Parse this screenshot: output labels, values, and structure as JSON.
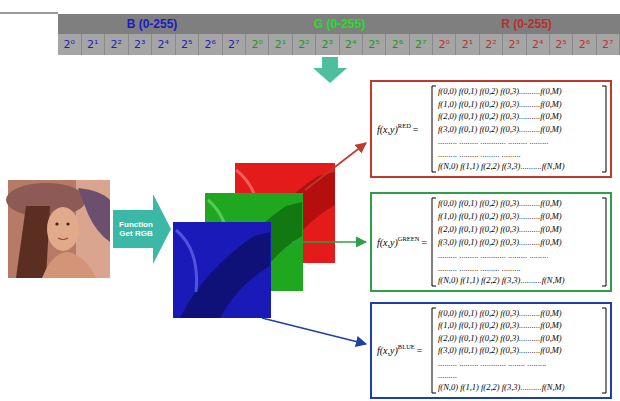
{
  "diagram": {
    "nodes": [
      {
        "text": [
          "B (0-255)",
          "2⁰",
          "2¹",
          "2²",
          "2³",
          "2⁴",
          "2⁵",
          "2⁶",
          "2⁷"
        ]
      },
      {
        "text": [
          "G (0-255)",
          "2⁰",
          "2¹",
          "2²",
          "2³",
          "2⁴",
          "2⁵",
          "2⁶",
          "2⁷"
        ]
      },
      {
        "text": [
          "R (0-255)",
          "2⁰",
          "2¹",
          "2²",
          "2³",
          "2⁴",
          "2⁵",
          "2⁶",
          "2⁷"
        ]
      },
      {
        "text": [
          "Function Get RGB"
        ]
      },
      {
        "text": [
          "f(x,y)",
          "RED",
          "=",
          "f(0,0) f(0,1) f(0,2) f(0,3)..........f(0,M)",
          "f(1,0) f(0,1) f(0,2) f(0,3)..........f(0,M)",
          "f(2,0) f(0,1) f(0,2) f(0,3)..........f(0,M)",
          "f(3,0) f(0,1) f(0,2) f(0,3)..........f(0,M)",
          "......... ......... ............ ......... .........",
          "......... ......... ......... .........",
          "f(N,0) f(1,1) f(2,2) f(3,3)..........f(N,M)"
        ]
      },
      {
        "text": [
          "f(x,y)",
          "GREEN",
          "=",
          "f(0,0) f(0,1) f(0,2) f(0,3)..........f(0,M)",
          "f(1,0) f(0,1) f(0,2) f(0,3)..........f(0,M)",
          "f(2,0) f(0,1) f(0,2) f(0,3)..........f(0,M)",
          "f(3,0) f(0,1) f(0,2) f(0,3)..........f(0,M)",
          "......... ......... ............ ......... .........",
          "......... ......... ......... .........",
          "f(N,0) f(1,1) f(2,2) f(3,3)..........f(N,M)"
        ]
      },
      {
        "text": [
          "f(x,y)",
          "BLUE",
          "=",
          "f(0,0) f(0,1) f(0,2) f(0,3)..........f(0,M)",
          "f(1,0) f(0,1) f(0,2) f(0,3)..........f(0,M)",
          "f(2,0) f(0,1) f(0,2) f(0,3)..........f(0,M)",
          "f(3,0) f(0,1) f(0,2) f(0,3)..........f(0,M)",
          "......... ......... ............ ........ .........",
          ".........",
          "f(N,0) f(1,1) f(2,2) f(3,3)..........f(N,M)"
        ]
      }
    ]
  }
}
